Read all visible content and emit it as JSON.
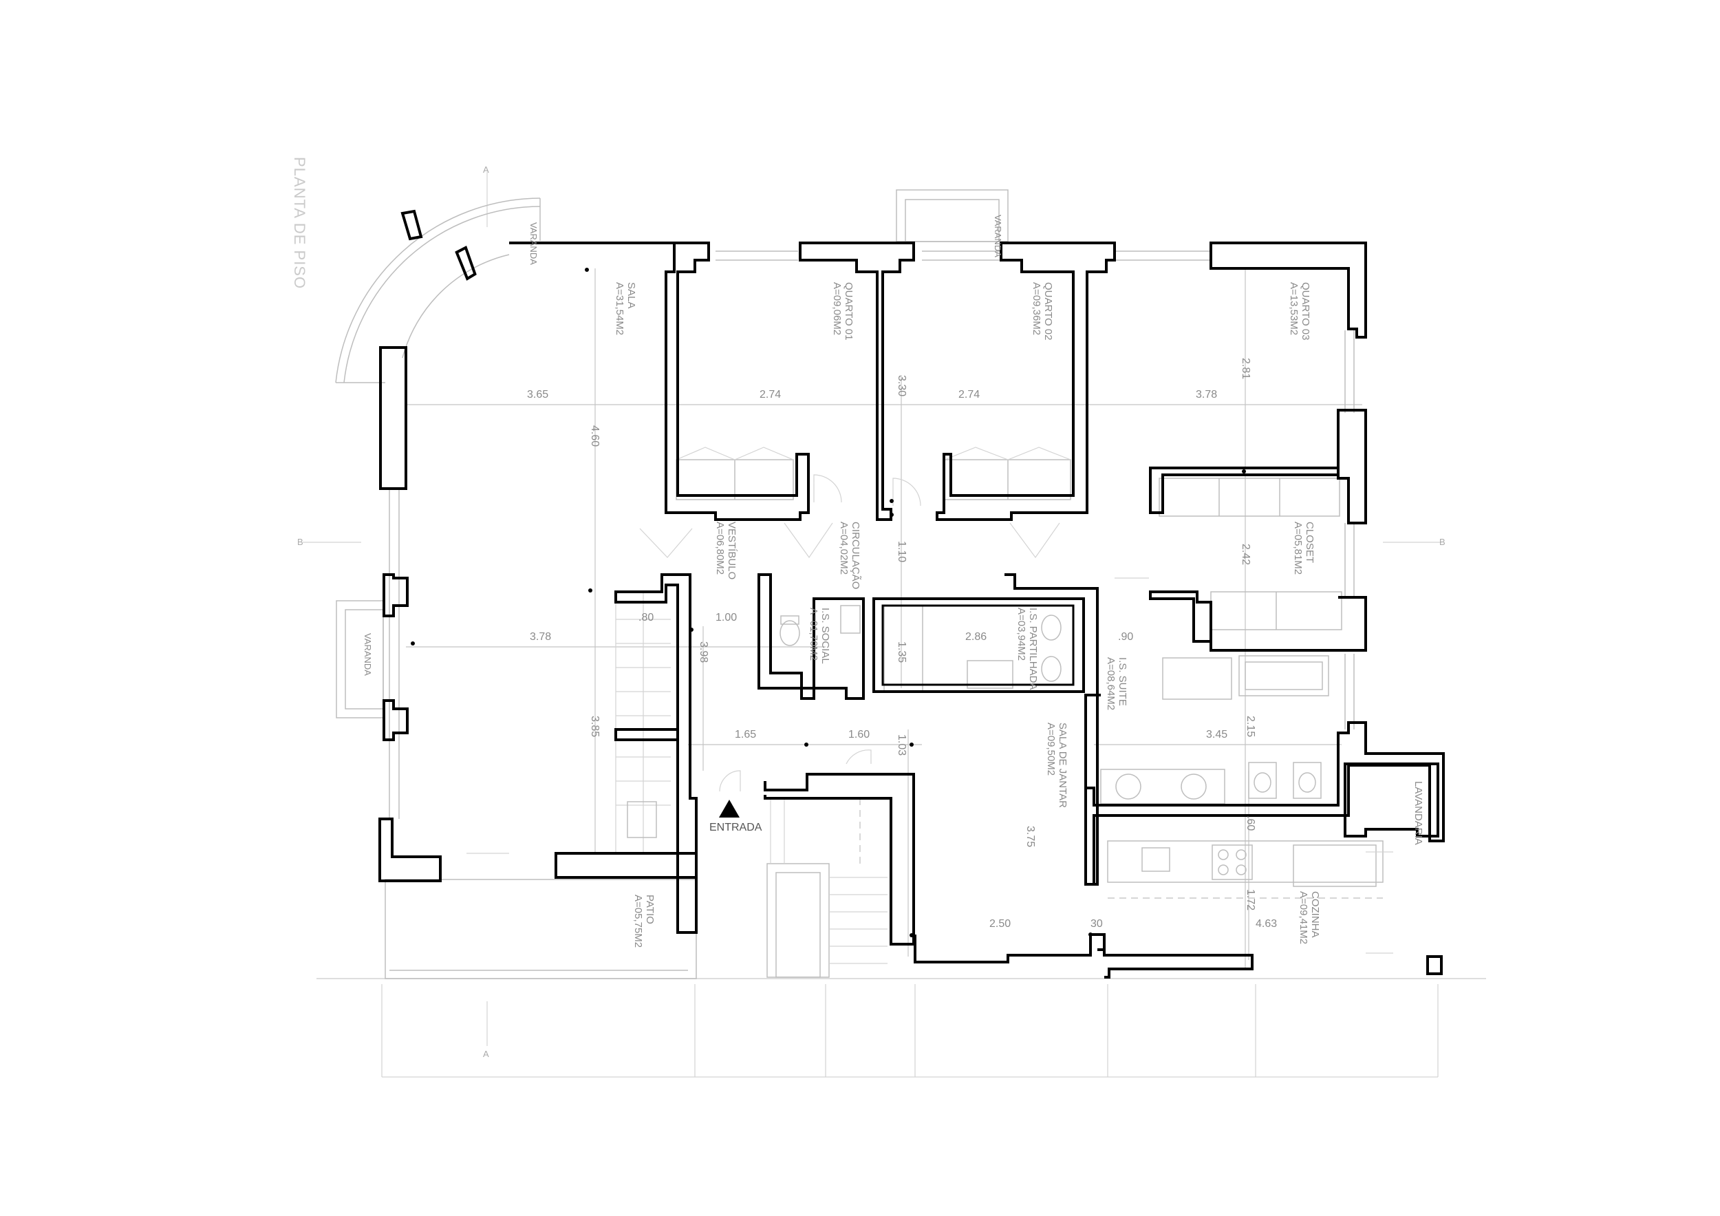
{
  "title": "PLANTA DE PISO",
  "entrance": "ENTRADA",
  "section_marks": [
    "A",
    "A",
    "B",
    "B"
  ],
  "rooms": [
    {
      "id": "sala",
      "name": "SALA",
      "area": "A=31,54M2"
    },
    {
      "id": "quarto01",
      "name": "QUARTO 01",
      "area": "A=09,06M2"
    },
    {
      "id": "quarto02",
      "name": "QUARTO 02",
      "area": "A=09,36M2"
    },
    {
      "id": "quarto03",
      "name": "QUARTO 03",
      "area": "A=13,53M2"
    },
    {
      "id": "vestibulo",
      "name": "VESTÍBULO",
      "area": "A=06,80M2"
    },
    {
      "id": "circulacao",
      "name": "CIRCULAÇÃO",
      "area": "A=04,02M2"
    },
    {
      "id": "closet",
      "name": "CLOSET",
      "area": "A=05,81M2"
    },
    {
      "id": "is_social",
      "name": "I.S. SOCIAL",
      "area": "A=01,70M2"
    },
    {
      "id": "is_partilhada",
      "name": "I.S. PARTILHADA",
      "area": "A=03,94M2"
    },
    {
      "id": "is_suite",
      "name": "I.S. SUITE",
      "area": "A=08,64M2"
    },
    {
      "id": "sala_jantar",
      "name": "SALA DE JANTAR",
      "area": "A=09,50M2"
    },
    {
      "id": "patio",
      "name": "PATIO",
      "area": "A=05,75M2"
    },
    {
      "id": "cozinha",
      "name": "COZINHA",
      "area": "A=09,41M2"
    },
    {
      "id": "lavandaria",
      "name": "LAVANDARIA",
      "area": ""
    },
    {
      "id": "varanda1",
      "name": "VARANDA",
      "area": ""
    },
    {
      "id": "varanda2",
      "name": "VARANDA",
      "area": ""
    },
    {
      "id": "varanda3",
      "name": "VARANDA",
      "area": ""
    }
  ],
  "dimensions": {
    "d365": "3.65",
    "d274a": "2.74",
    "d274b": "2.74",
    "d378a": "3.78",
    "d460": "4.60",
    "d330": "3.30",
    "d281": "2.81",
    "d110": "1.10",
    "d242": "2.42",
    "d080a": ".80",
    "d100": "1.00",
    "d398": "3.98",
    "d378b": "3.78",
    "d135": "1.35",
    "d286": "2.86",
    "d090": ".90",
    "d385": "3.85",
    "d165": "1.65",
    "d160": "1.60",
    "d103": "1.03",
    "d345": "3.45",
    "d215": "2.15",
    "d060": ".60",
    "d375": "3.75",
    "d172": "1.72",
    "d250": "2.50",
    "d030": "30",
    "d463": "4.63"
  }
}
